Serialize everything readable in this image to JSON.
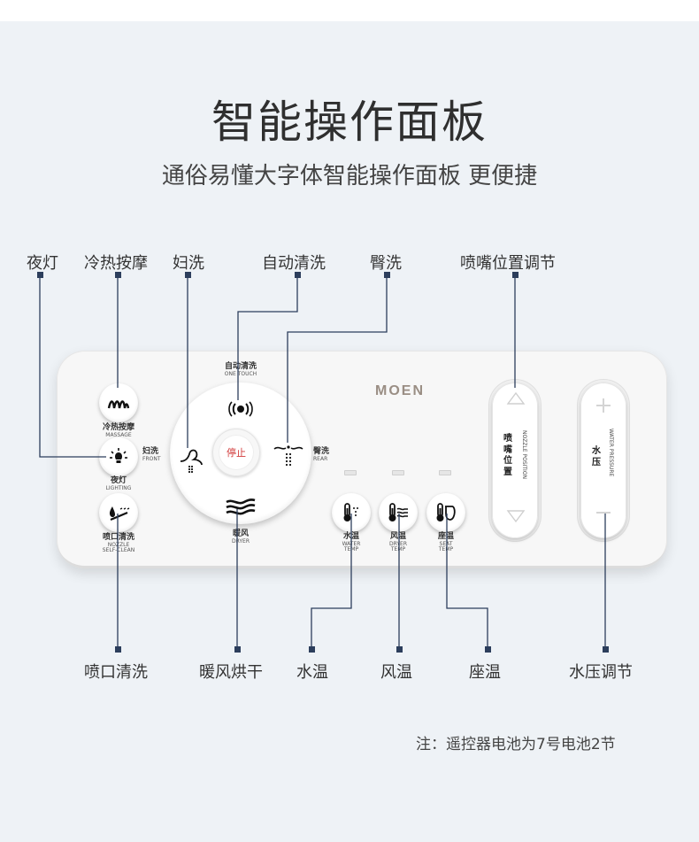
{
  "header": {
    "title": "智能操作面板",
    "subtitle": "通俗易懂大字体智能操作面板 更便捷"
  },
  "callouts": {
    "top": [
      "夜灯",
      "冷热按摩",
      "妇洗",
      "自动清洗",
      "臀洗",
      "喷嘴位置调节"
    ],
    "bottom": [
      "喷口清洗",
      "暖风烘干",
      "水温",
      "风温",
      "座温",
      "水压调节"
    ]
  },
  "remote": {
    "brand": "MOEN",
    "massage": {
      "cn": "冷热按摩",
      "en": "MASSAGE",
      "icon": "massage-waves-icon"
    },
    "front": {
      "cn": "妇洗",
      "en": "FRONT",
      "icon": "front-wash-icon"
    },
    "lighting": {
      "cn": "夜灯",
      "en": "LIGHTING",
      "icon": "night-light-icon"
    },
    "self_clean": {
      "cn": "喷口清洗",
      "en_1": "NOZZLE",
      "en_2": "SELF-CLEAN",
      "icon": "nozzle-clean-icon"
    },
    "one_touch": {
      "cn": "自动清洗",
      "en": "ONE TOUCH",
      "icon": "one-touch-icon"
    },
    "rear": {
      "cn": "臀洗",
      "en": "REAR",
      "icon": "rear-wash-icon"
    },
    "stop": {
      "cn": "停止",
      "icon": "stop-icon"
    },
    "dryer": {
      "cn": "暖风",
      "en": "DRYER",
      "icon": "dryer-icon"
    },
    "water_temp": {
      "cn": "水温",
      "en_1": "WATER",
      "en_2": "TEMP",
      "icon": "water-temp-icon"
    },
    "dryer_temp": {
      "cn": "风温",
      "en_1": "DRYER",
      "en_2": "TEMP",
      "icon": "dryer-temp-icon"
    },
    "seat_temp": {
      "cn": "座温",
      "en_1": "SEAT",
      "en_2": "TEMP",
      "icon": "seat-temp-icon"
    },
    "nozzle_position": {
      "cn_1": "喷",
      "cn_2": "嘴",
      "cn_3": "位",
      "cn_4": "置",
      "en": "NOZZLE POSITION"
    },
    "water_pressure": {
      "cn_1": "水",
      "cn_2": "压",
      "en": "WATER PRESSURE"
    }
  },
  "footer": {
    "note": "注：遥控器电池为7号电池2节"
  },
  "colors": {
    "background": "#eef2f6",
    "line": "#2c3e5c",
    "stop_red": "#d23a3a",
    "brand": "#9a8e84"
  }
}
